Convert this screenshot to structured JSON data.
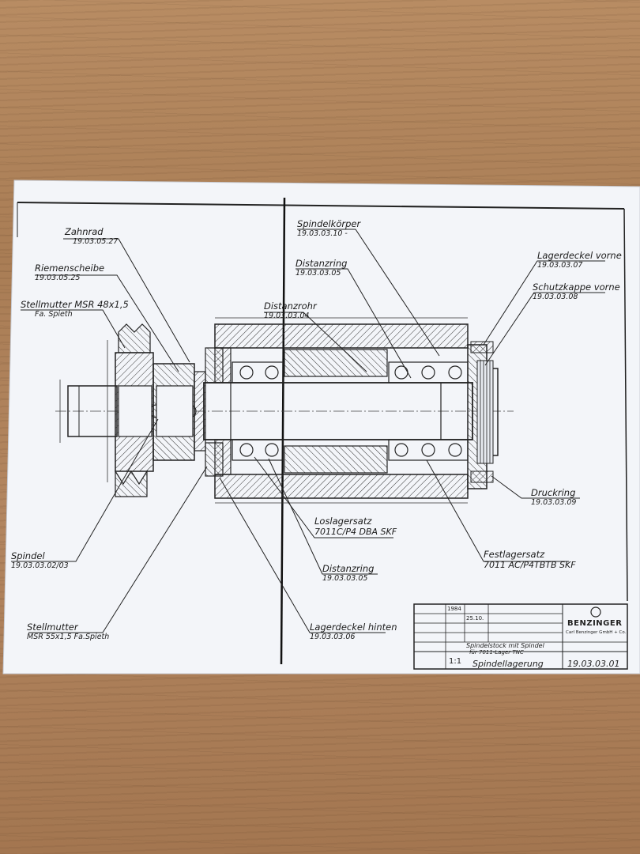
{
  "labels": {
    "zahnrad": {
      "title": "Zahnrad",
      "number": "19.03.05.27"
    },
    "riemenscheibe": {
      "title": "Riemenscheibe",
      "number": "19.03.05.25"
    },
    "stellmutter_msr48": {
      "title": "Stellmutter MSR 48x1,5",
      "number": "Fa. Spieth"
    },
    "spindelkoerper": {
      "title": "Spindelkörper",
      "number": "19.03.03.10 -"
    },
    "distanzring_top": {
      "title": "Distanzring",
      "number": "19.03.03.05"
    },
    "distanzrohr": {
      "title": "Distanzrohr",
      "number": "19.03.03.04"
    },
    "lagerdeckel_vorne": {
      "title": "Lagerdeckel vorne",
      "number": "19.03.03.07"
    },
    "schutzkappe_vorne": {
      "title": "Schutzkappe vorne",
      "number": "19.03.03.08"
    },
    "druckring": {
      "title": "Druckring",
      "number": "19.03.03.09"
    },
    "loslagersatz": {
      "title": "Loslagersatz",
      "number": "7011C/P4 DBA SKF"
    },
    "festlagersatz": {
      "title": "Festlagersatz",
      "number": "7011 AC/P4TBTB SKF"
    },
    "distanzring_bottom": {
      "title": "Distanzring",
      "number": "19.03.03.05"
    },
    "lagerdeckel_hinten": {
      "title": "Lagerdeckel hinten",
      "number": "19.03.03.06"
    },
    "spindel": {
      "title": "Spindel",
      "number": "19.03.03.02/03"
    },
    "stellmutter_msr55": {
      "title": "Stellmutter",
      "number": "MSR 55x1,5 Fa.Spieth"
    }
  },
  "title_block": {
    "year": "1984",
    "date": "25.10.",
    "logo": "BENZINGER",
    "company": "Carl Benzinger GmbH + Co.",
    "subtitle": "Spindelstock mit Spindel",
    "subtitle2": "für 7011-Lager TNC",
    "scale": "1:1",
    "name": "Spindellagerung",
    "drawing_no": "19.03.03.01"
  },
  "colors": {
    "ink": "#1a1a1a",
    "paper": "#f4f6fa",
    "wood": "#b08460"
  }
}
